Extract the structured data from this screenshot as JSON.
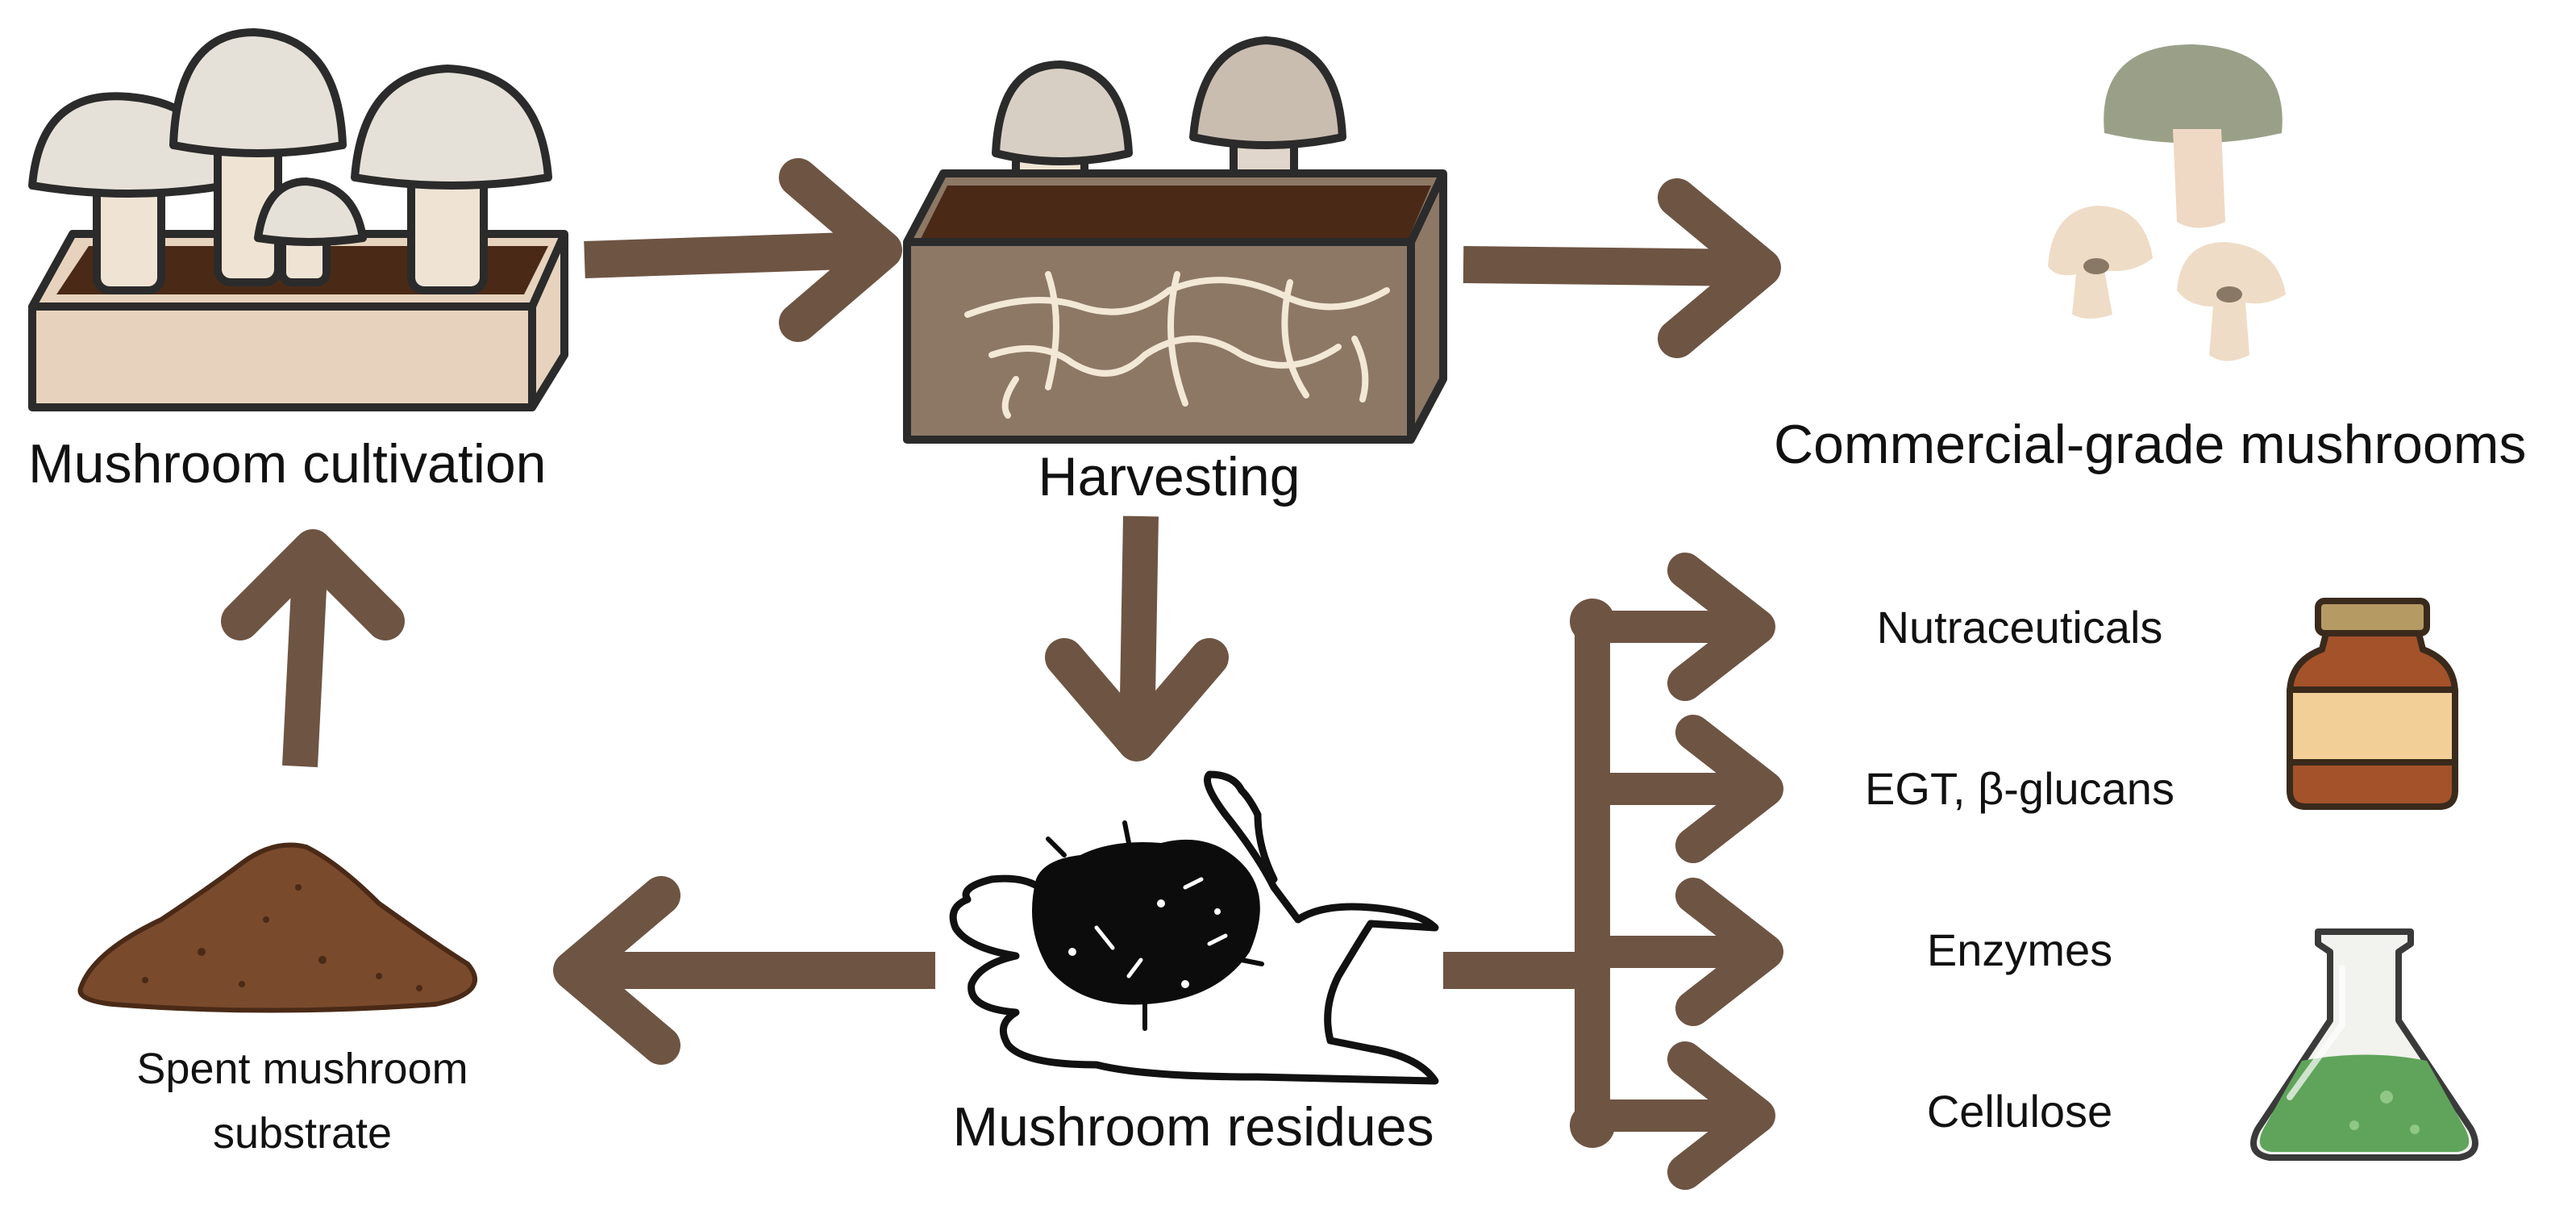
{
  "colors": {
    "arrow": "#6e5443",
    "substrate_light": "#e7d3bd",
    "soil": "#4a2a17",
    "mushroom_cap": "#e6e1d8",
    "mushroom_stem": "#efe4d3",
    "harvest_box": "#8d7866",
    "mycelium": "#f3e8d6",
    "spent_substrate": "#7a4a2c",
    "bottle_body": "#a3522a",
    "bottle_label": "#f3cf98",
    "bottle_cap": "#b59a63",
    "flask_liquid": "#5fa45a"
  },
  "labels": {
    "cultivation": "Mushroom cultivation",
    "harvesting": "Harvesting",
    "commercial": "Commercial-grade mushrooms",
    "residues": "Mushroom residues",
    "spent_line1": "Spent mushroom",
    "spent_line2": "substrate",
    "products": [
      "Nutraceuticals",
      "EGT, β-glucans",
      "Enzymes",
      "Cellulose"
    ]
  },
  "icons": {
    "cultivation": "mushroom-cultivation-box-icon",
    "harvesting": "harvest-box-icon",
    "commercial": "commercial-mushrooms-icon",
    "residues": "hand-holding-residue-icon",
    "spent": "spent-substrate-pile-icon",
    "bottle": "supplement-bottle-icon",
    "flask": "erlenmeyer-flask-icon"
  }
}
